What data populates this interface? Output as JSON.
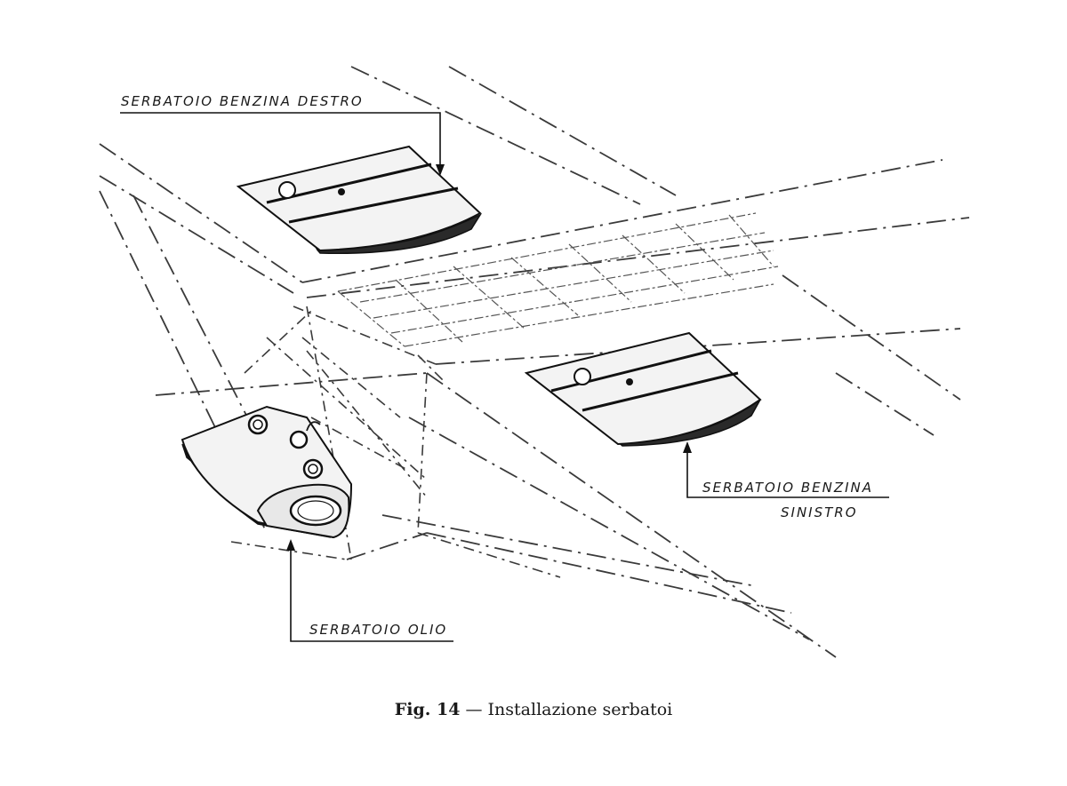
{
  "labels": {
    "right_tank": "SERBATOIO BENZINA DESTRO",
    "left_tank_line1": "SERBATOIO BENZINA",
    "left_tank_line2": "SINISTRO",
    "oil_tank": "SERBATOIO OLIO"
  },
  "caption": {
    "number": "Fig. 14",
    "separator": "—",
    "text": "Installazione serbatoi"
  }
}
